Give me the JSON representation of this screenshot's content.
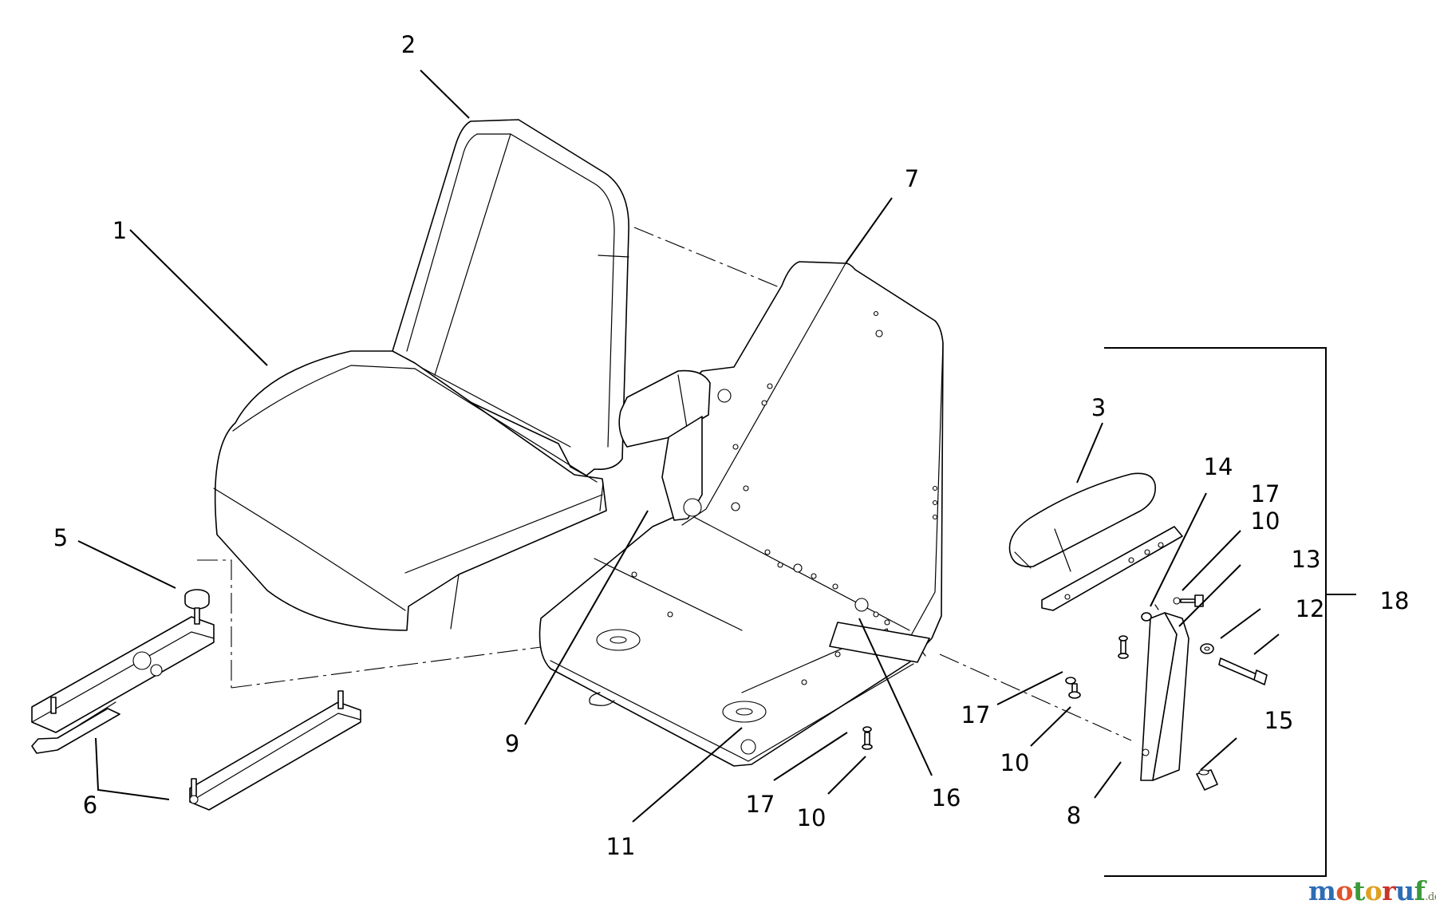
{
  "callouts": [
    {
      "id": "1",
      "text": "1"
    },
    {
      "id": "2",
      "text": "2"
    },
    {
      "id": "3",
      "text": "3"
    },
    {
      "id": "5",
      "text": "5"
    },
    {
      "id": "6",
      "text": "6"
    },
    {
      "id": "7",
      "text": "7"
    },
    {
      "id": "8",
      "text": "8"
    },
    {
      "id": "9",
      "text": "9"
    },
    {
      "id": "10a",
      "text": "10"
    },
    {
      "id": "10b",
      "text": "10"
    },
    {
      "id": "10c",
      "text": "10"
    },
    {
      "id": "11",
      "text": "11"
    },
    {
      "id": "12",
      "text": "12"
    },
    {
      "id": "13",
      "text": "13"
    },
    {
      "id": "14",
      "text": "14"
    },
    {
      "id": "15",
      "text": "15"
    },
    {
      "id": "16",
      "text": "16"
    },
    {
      "id": "17a",
      "text": "17"
    },
    {
      "id": "17b",
      "text": "17"
    },
    {
      "id": "17c",
      "text": "17"
    },
    {
      "id": "18",
      "text": "18"
    }
  ],
  "watermark": {
    "letters": [
      "m",
      "o",
      "t",
      "o",
      "r",
      "u",
      "f"
    ],
    "suffix": ".de",
    "colors": [
      "#2d6db5",
      "#e0542a",
      "#3a9a3a",
      "#e0a020",
      "#c8342a",
      "#2d6db5",
      "#3a9a3a"
    ],
    "suffix_color": "#6a7d4a"
  }
}
